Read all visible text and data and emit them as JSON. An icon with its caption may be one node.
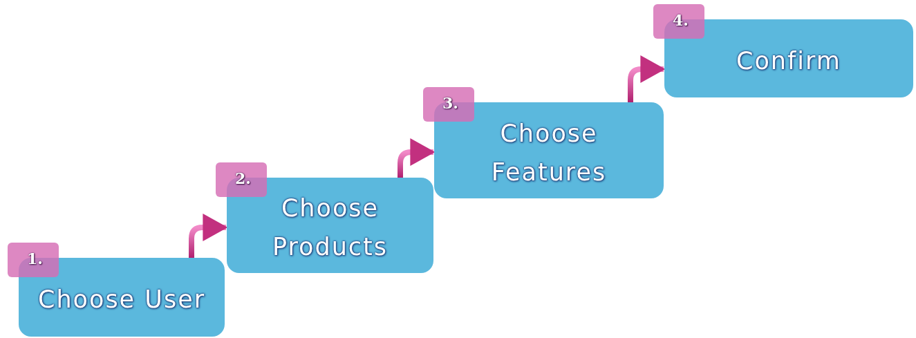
{
  "diagram": {
    "nodes": [
      {
        "text": [
          "1.",
          "Choose User"
        ]
      },
      {
        "text": [
          "2.",
          "Choose Products"
        ]
      },
      {
        "text": [
          "3.",
          "Choose Features"
        ]
      },
      {
        "text": [
          "4.",
          "Confirm"
        ]
      }
    ],
    "edges": [
      {
        "from": 0,
        "to": 1,
        "arrow": "to"
      },
      {
        "from": 1,
        "to": 2,
        "arrow": "to"
      },
      {
        "from": 2,
        "to": 3,
        "arrow": "to"
      }
    ]
  }
}
